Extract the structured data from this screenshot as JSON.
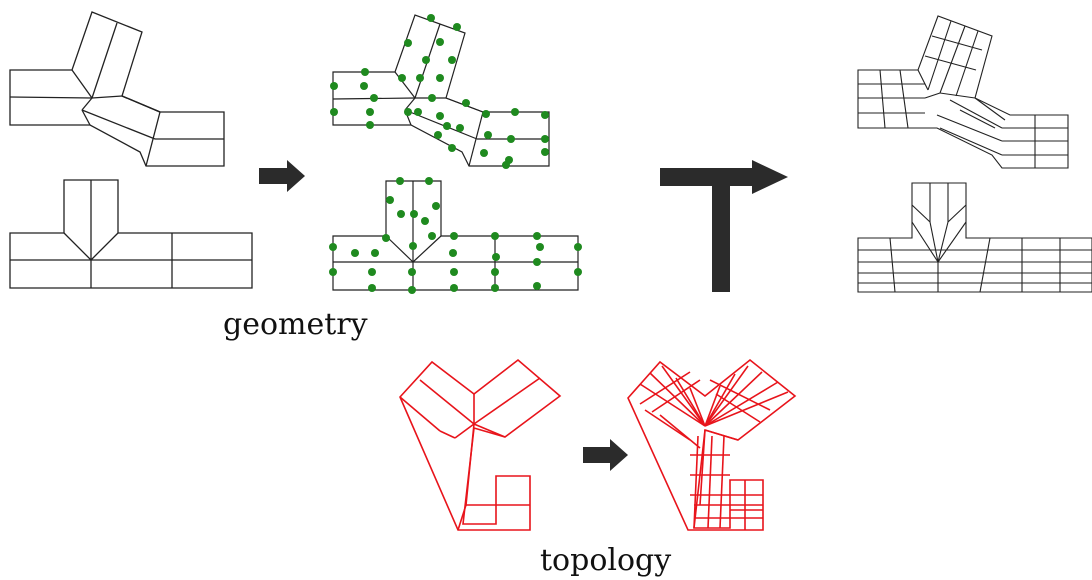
{
  "labels": {
    "geometry": "geometry",
    "topology": "topology"
  },
  "colors": {
    "geometry_mesh": "#222222",
    "geometry_points": "#1f8a1f",
    "topology_mesh": "#e8141b",
    "arrow": "#2b2b2b",
    "background": "#ffffff"
  },
  "panels": [
    {
      "name": "geometry-input-meshes",
      "description_key": "coarse"
    },
    {
      "name": "geometry-sampled-points",
      "description_key": "points"
    },
    {
      "name": "combined-output-meshes",
      "description_key": "refined"
    },
    {
      "name": "topology-input-mesh",
      "description_key": "coarse"
    },
    {
      "name": "topology-output-mesh",
      "description_key": "refined"
    }
  ]
}
